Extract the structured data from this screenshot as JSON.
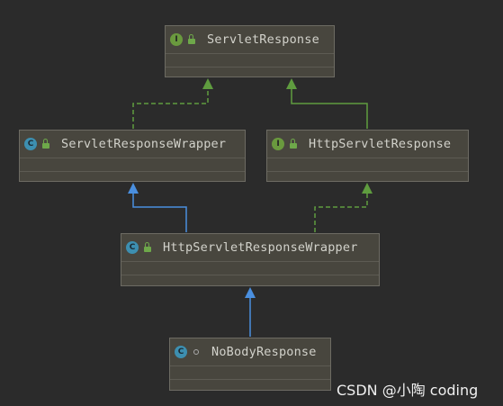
{
  "diagram": {
    "nodes": {
      "servlet_response": {
        "name": "ServletResponse",
        "kind": "I",
        "kind_type": "interface",
        "visibility": "public-lock-icon"
      },
      "servlet_response_wrapper": {
        "name": "ServletResponseWrapper",
        "kind": "C",
        "kind_type": "class",
        "visibility": "public-lock-icon"
      },
      "http_servlet_response": {
        "name": "HttpServletResponse",
        "kind": "I",
        "kind_type": "interface",
        "visibility": "public-lock-icon"
      },
      "http_servlet_response_wrapper": {
        "name": "HttpServletResponseWrapper",
        "kind": "C",
        "kind_type": "class",
        "visibility": "public-lock-icon"
      },
      "no_body_response": {
        "name": "NoBodyResponse",
        "kind": "C",
        "kind_type": "class",
        "visibility": "package-private-circle-icon"
      }
    },
    "edges": [
      {
        "from": "servlet_response_wrapper",
        "to": "servlet_response",
        "relation": "implements",
        "style": "dashed",
        "color": "#5f9c3f"
      },
      {
        "from": "http_servlet_response",
        "to": "servlet_response",
        "relation": "extends",
        "style": "solid",
        "color": "#5f9c3f"
      },
      {
        "from": "http_servlet_response_wrapper",
        "to": "servlet_response_wrapper",
        "relation": "extends",
        "style": "solid",
        "color": "#4a8fdf"
      },
      {
        "from": "http_servlet_response_wrapper",
        "to": "http_servlet_response",
        "relation": "implements",
        "style": "dashed",
        "color": "#5f9c3f"
      },
      {
        "from": "no_body_response",
        "to": "http_servlet_response_wrapper",
        "relation": "extends",
        "style": "solid",
        "color": "#4a8fdf"
      }
    ]
  },
  "colors": {
    "background": "#2b2b2b",
    "node_fill": "#48463e",
    "interface_badge": "#6a9a3e",
    "class_badge": "#3d8fb0",
    "implements_arrow": "#5f9c3f",
    "extends_arrow": "#4a8fdf"
  },
  "watermark": "CSDN @小陶 coding"
}
